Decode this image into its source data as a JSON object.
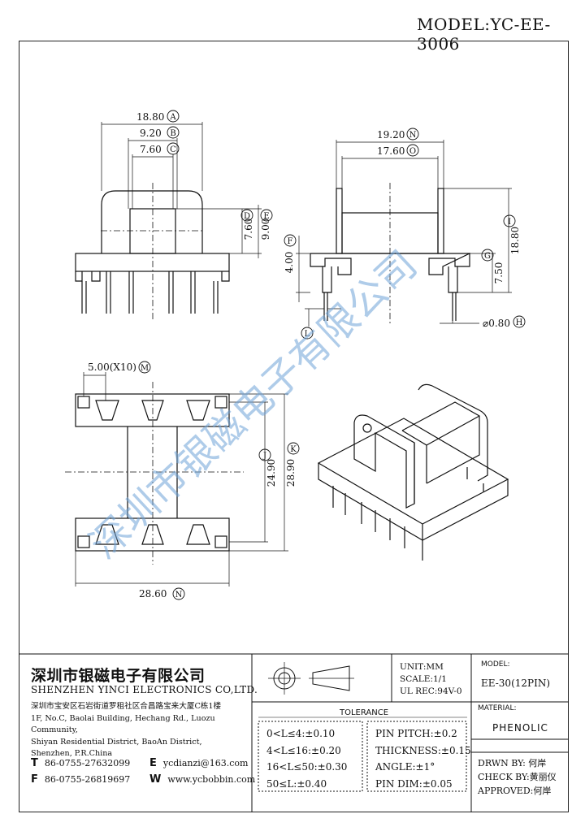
{
  "header": {
    "model": "MODEL:YC-EE-3006"
  },
  "dims": {
    "a": "18.80",
    "b": "9.20",
    "c": "7.60",
    "d": "7.60",
    "e": "9.00",
    "n_top": "19.20",
    "o": "17.60",
    "i": "18.80",
    "f": "4.00",
    "g": "7.50",
    "h": "0.80",
    "m": "5.00(X10)",
    "j": "24.90",
    "k": "28.90",
    "n_bot": "28.60"
  },
  "markers": {
    "a": "A",
    "b": "B",
    "c": "C",
    "d": "D",
    "e": "E",
    "f": "F",
    "g": "G",
    "h": "H",
    "i": "I",
    "j": "J",
    "k": "K",
    "l": "L",
    "m": "M",
    "n": "N",
    "o": "O"
  },
  "watermark": "深圳市银磁电子有限公司",
  "title_block": {
    "company_cn": "深圳市银磁电子有限公司",
    "company_en": "SHENZHEN YINCI ELECTRONICS CO,LTD.",
    "address_cn": "深圳市宝安区石岩街道罗租社区合昌路宝来大厦C栋1楼",
    "address_en_1": "1F, No.C, Baolai Building, Hechang Rd., Luozu Community,",
    "address_en_2": "Shiyan Residential District, BaoAn District,",
    "address_en_3": "Shenzhen, P.R.China",
    "tel_label": "T",
    "tel": "86-0755-27632099",
    "email_label": "E",
    "email": "ycdianzi@163.com",
    "fax_label": "F",
    "fax": "86-0755-26819697",
    "web_label": "W",
    "web": "www.ycbobbin.com",
    "unit": "UNIT:MM",
    "scale": "SCALE:1/1",
    "ul_rec": "UL REC:94V-0",
    "model_label": "MODEL:",
    "model_value": "EE-30(12PIN)",
    "material_label": "MATERIAL:",
    "material_value": "PHENOLIC",
    "tolerance_label": "TOLERANCE",
    "tol_rows": [
      "0<L≤4:±0.10",
      "4<L≤16:±0.20",
      "16<L≤50:±0.30",
      "50≤L:±0.40"
    ],
    "pin_rows": [
      "PIN PITCH:±0.2",
      "THICKNESS:±0.15",
      "ANGLE:±1°",
      "PIN DIM:±0.05"
    ],
    "drawn_by": "DRWN BY: 何岸",
    "check_by": "CHECK BY:黄丽仪",
    "approved": "APPROVED:何岸"
  }
}
